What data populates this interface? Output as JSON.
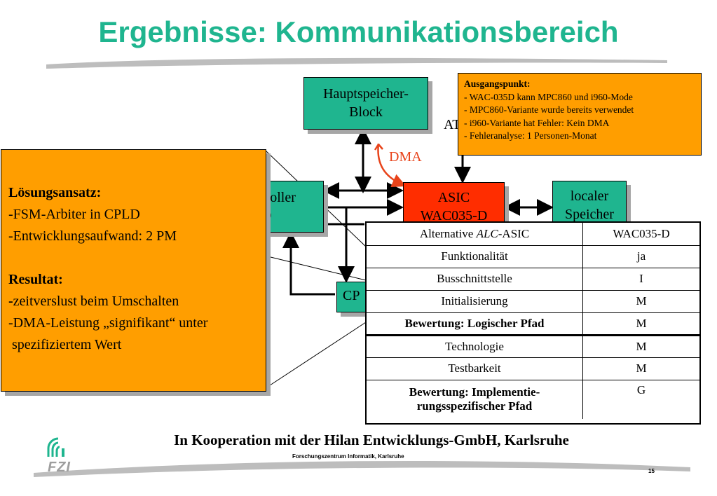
{
  "title": "Ergebnisse: Kommunikationsbereich",
  "diagram": {
    "hauptspeicher_label": "Hauptspeicher-\nBlock",
    "controller_label": "troller\nD",
    "asic_label": "ASIC\nWAC035-D",
    "local_label": "localer\nSpeicher",
    "cpu_label": "CP",
    "dma_label": "DMA",
    "at_label": "AT"
  },
  "ausgangspunkt": {
    "heading": "Ausgangspunkt:",
    "lines": [
      "- WAC-035D kann MPC860 und i960-Mode",
      "- MPC860-Variante wurde bereits verwendet",
      "- i960-Variante hat Fehler: Kein DMA",
      "- Fehleranalyse: 1 Personen-Monat"
    ]
  },
  "loesung": {
    "heading1": "Lösungsansatz:",
    "line1": "-FSM-Arbiter in CPLD",
    "line2": "-Entwicklungsaufwand: 2 PM",
    "heading2": "Resultat:",
    "line3_dash": "-",
    "line3": "zeitverslust beim Umschalten",
    "line4": "-DMA-Leistung „signifikant“ unter",
    "line5": " spezifiziertem Wert"
  },
  "table": {
    "header_prefix": "Alternative ",
    "header_italic": "ALC",
    "header_suffix": "-ASIC",
    "header_value": "WAC035-D",
    "rows": [
      {
        "label": "Funktionalität",
        "value": "ja"
      },
      {
        "label": "Busschnittstelle",
        "value": "I"
      },
      {
        "label": "Initialisierung",
        "value": "M"
      },
      {
        "label": "Bewertung: Logischer Pfad",
        "value": "M"
      },
      {
        "label": "Technologie",
        "value": "M"
      },
      {
        "label": "Testbarkeit",
        "value": "M"
      },
      {
        "label": "Bewertung: Implementie-\nrungsspezifischer Pfad",
        "value": "G"
      }
    ]
  },
  "kooperation": "In Kooperation mit der Hilan Entwicklungs-GmbH, Karlsruhe",
  "footer": {
    "institute": "Forschungszentrum Informatik, Karlsruhe",
    "page_number": "15",
    "logo_text": "FZI"
  },
  "colors": {
    "title_green": "#1fb58f",
    "box_green": "#1fb58f",
    "orange": "#ff9e00",
    "asic_red": "#ff2d00",
    "dma_arrow": "#e8431a"
  }
}
